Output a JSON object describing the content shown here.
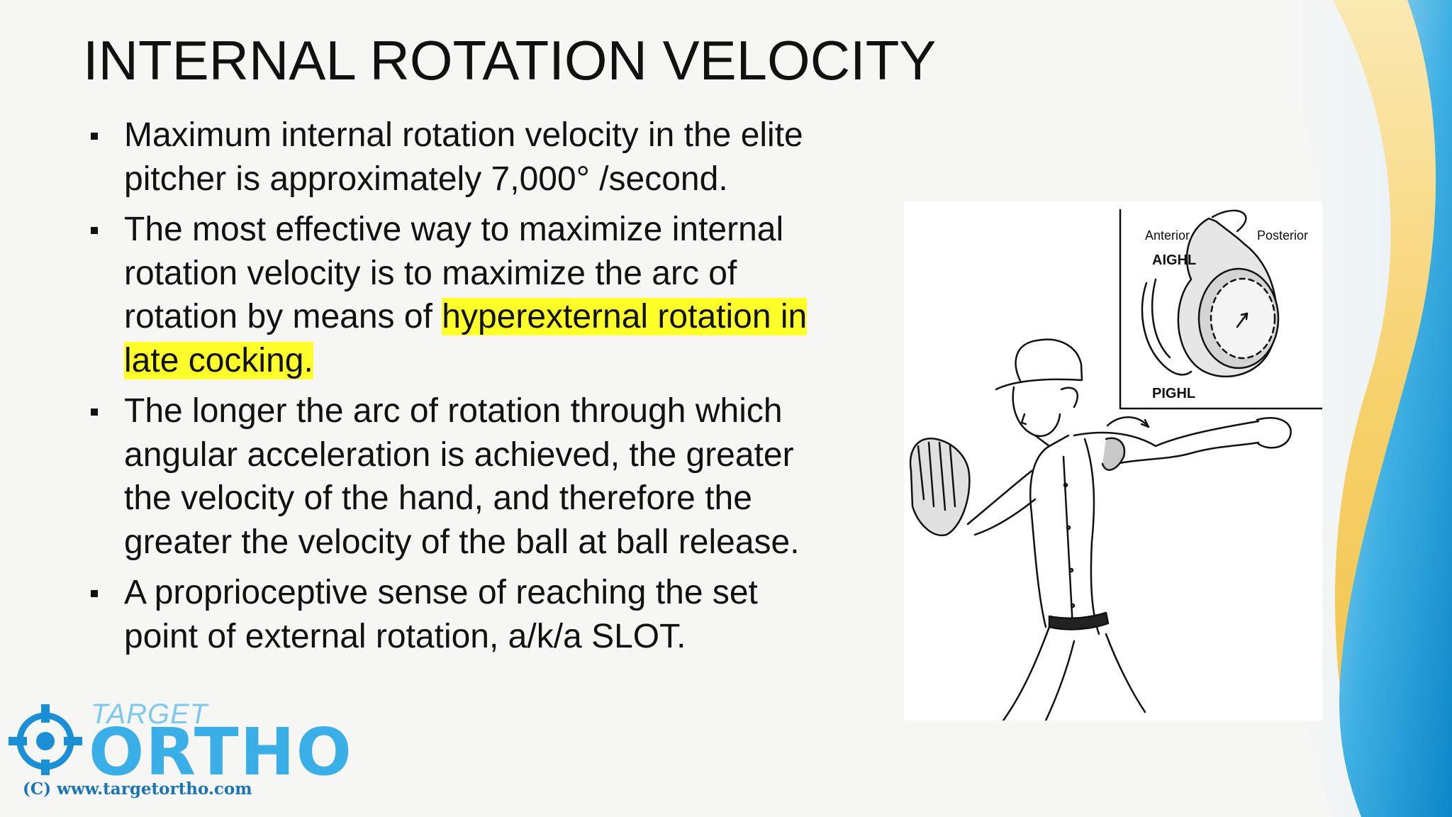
{
  "slide": {
    "title": "INTERNAL ROTATION VELOCITY",
    "bullets": [
      {
        "text": "Maximum internal rotation velocity in the elite pitcher is approximately 7,000° /second."
      },
      {
        "text": "The most effective way to maximize internal rotation velocity is to maximize the arc of rotation by means of ",
        "highlight": "hyperexternal rotation in late cocking."
      },
      {
        "text": "The longer the arc of rotation through which angular acceleration is achieved, the greater the velocity of the hand, and therefore the greater the velocity of the ball at ball release."
      },
      {
        "text": " A proprioceptive sense of reaching the set point of external rotation, a/k/a SLOT."
      }
    ]
  },
  "figure": {
    "labels": {
      "anterior": "Anterior",
      "posterior": "Posterior",
      "aighl": "AIGHL",
      "pighl": "PIGHL"
    }
  },
  "logo": {
    "word_top": "TARGET",
    "word_main": "ORTHO",
    "url": "(C) www.targetortho.com"
  },
  "colors": {
    "highlight": "#ffff2a",
    "logo_blue": "#3aaee6",
    "url_blue": "#1b75b4",
    "wave_yellow": "#f5d36e",
    "wave_blue": "#1a9ad6"
  }
}
